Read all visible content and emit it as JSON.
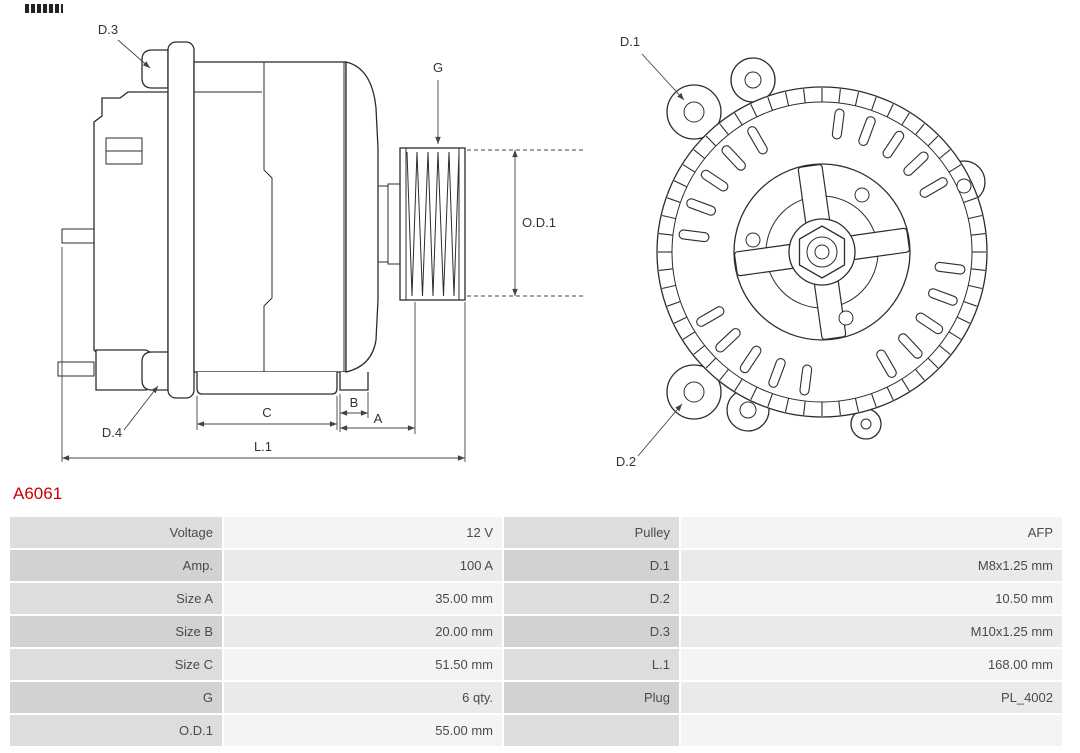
{
  "page": {
    "product_code": "A6061"
  },
  "diagram": {
    "side_view": {
      "label_d3": "D.3",
      "label_g": "G",
      "label_od1": "O.D.1",
      "label_d4": "D.4",
      "label_c": "C",
      "label_b": "B",
      "label_a": "A",
      "label_l1": "L.1"
    },
    "front_view": {
      "label_d1": "D.1",
      "label_d2": "D.2"
    }
  },
  "specs": {
    "rows": [
      {
        "label_left": "Voltage",
        "value_left": "12 V",
        "label_right": "Pulley",
        "value_right": "AFP"
      },
      {
        "label_left": "Amp.",
        "value_left": "100 A",
        "label_right": "D.1",
        "value_right": "M8x1.25 mm"
      },
      {
        "label_left": "Size A",
        "value_left": "35.00 mm",
        "label_right": "D.2",
        "value_right": "10.50 mm"
      },
      {
        "label_left": "Size B",
        "value_left": "20.00 mm",
        "label_right": "D.3",
        "value_right": "M10x1.25 mm"
      },
      {
        "label_left": "Size C",
        "value_left": "51.50 mm",
        "label_right": "L.1",
        "value_right": "168.00 mm"
      },
      {
        "label_left": "G",
        "value_left": "6 qty.",
        "label_right": "Plug",
        "value_right": "PL_4002"
      },
      {
        "label_left": "O.D.1",
        "value_left": "55.00 mm",
        "label_right": "",
        "value_right": ""
      }
    ]
  }
}
